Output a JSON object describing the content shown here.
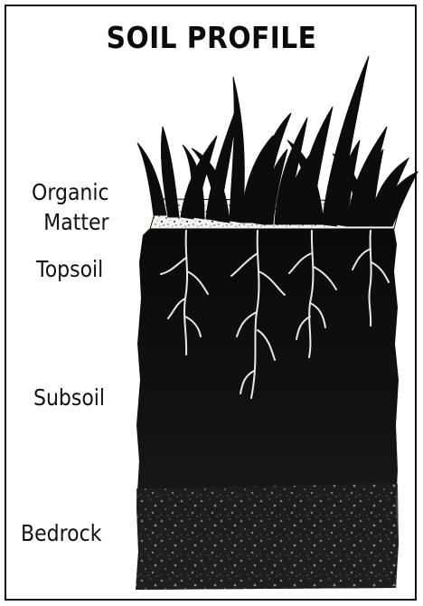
{
  "title": "SOIL PROFILE",
  "layers": {
    "organic_line1": "Organic",
    "organic_line2": "Matter",
    "topsoil": "Topsoil",
    "subsoil": "Subsoil",
    "bedrock": "Bedrock"
  }
}
